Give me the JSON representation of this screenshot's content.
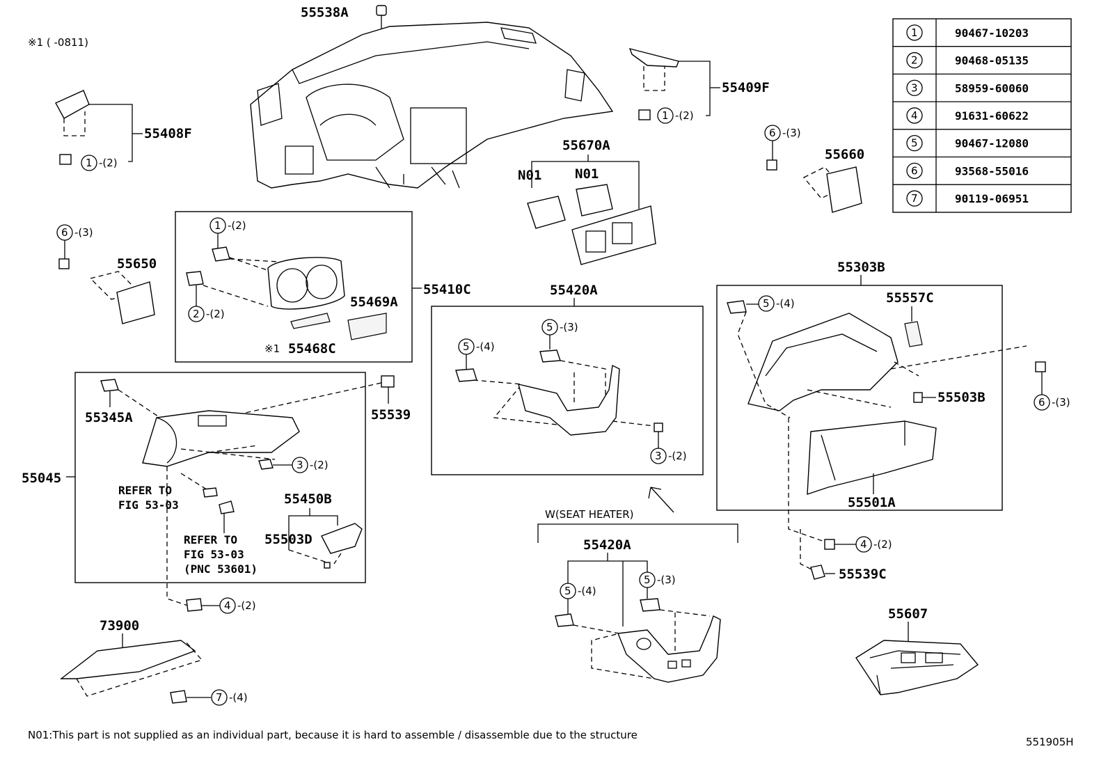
{
  "note_top": "※1 (      -0811)",
  "footer_note": "N01:This part is not supplied as an individual part, because it is hard to assemble / disassemble due to the structure",
  "figure_id": "551905H",
  "parts_table": [
    {
      "key": "1",
      "part": "90467-10203"
    },
    {
      "key": "2",
      "part": "90468-05135"
    },
    {
      "key": "3",
      "part": "58959-60060"
    },
    {
      "key": "4",
      "part": "91631-60622"
    },
    {
      "key": "5",
      "part": "90467-12080"
    },
    {
      "key": "6",
      "part": "93568-55016"
    },
    {
      "key": "7",
      "part": "90119-06951"
    }
  ],
  "labels": {
    "p55538A": "55538A",
    "p55408F": "55408F",
    "p55409F": "55409F",
    "p55670A": "55670A",
    "n01a": "N01",
    "n01b": "N01",
    "p55660": "55660",
    "p55650": "55650",
    "p55410C": "55410C",
    "p55469A": "55469A",
    "p55468C": "55468C",
    "mark1": "※1",
    "p55420A": "55420A",
    "p55303B": "55303B",
    "p55557C": "55557C",
    "p55503B": "55503B",
    "p55501A": "55501A",
    "p55345A": "55345A",
    "p55539": "55539",
    "p55045": "55045",
    "p55450B": "55450B",
    "p55503D": "55503D",
    "ref1a": "REFER TO",
    "ref1b": "FIG 53-03",
    "ref2a": "REFER TO",
    "ref2b": "FIG 53-03",
    "ref2c": "(PNC 53601)",
    "seat_heater": "W(SEAT HEATER)",
    "p55420A_b": "55420A",
    "p55539C": "55539C",
    "p55607": "55607",
    "p73900": "73900"
  },
  "callouts": {
    "c408": {
      "n": "1",
      "q": "-(2)"
    },
    "c409": {
      "n": "1",
      "q": "-(2)"
    },
    "c660": {
      "n": "6",
      "q": "-(3)"
    },
    "c650": {
      "n": "6",
      "q": "-(3)"
    },
    "c410a": {
      "n": "1",
      "q": "-(2)"
    },
    "c410b": {
      "n": "2",
      "q": "-(2)"
    },
    "c420a": {
      "n": "5",
      "q": "-(4)"
    },
    "c420b": {
      "n": "5",
      "q": "-(3)"
    },
    "c420c": {
      "n": "3",
      "q": "-(2)"
    },
    "c303a": {
      "n": "5",
      "q": "-(4)"
    },
    "c303b": {
      "n": "6",
      "q": "-(3)"
    },
    "c045": {
      "n": "3",
      "q": "-(2)"
    },
    "c4a": {
      "n": "4",
      "q": "-(2)"
    },
    "c4b": {
      "n": "4",
      "q": "-(2)"
    },
    "c7": {
      "n": "7",
      "q": "-(4)"
    },
    "cshA": {
      "n": "5",
      "q": "-(4)"
    },
    "cshB": {
      "n": "5",
      "q": "-(3)"
    }
  }
}
